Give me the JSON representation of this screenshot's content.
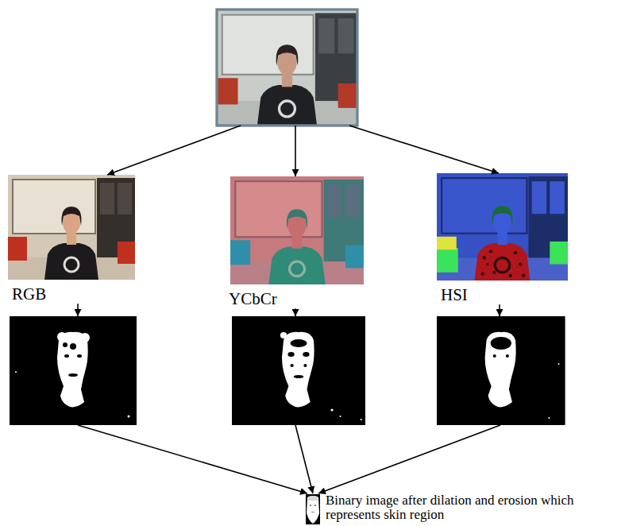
{
  "diagram": {
    "nodes": [
      {
        "text": []
      },
      {
        "text": [
          "RGB"
        ]
      },
      {
        "text": [
          "YCbCr"
        ]
      },
      {
        "text": [
          "HSI"
        ]
      },
      {
        "text": []
      },
      {
        "text": []
      },
      {
        "text": []
      },
      {
        "text": [
          "Binary image after dilation and erosion which represents skin region"
        ]
      }
    ],
    "edges": [
      {
        "from": 0,
        "to": 1,
        "arrow": "to"
      },
      {
        "from": 0,
        "to": 2,
        "arrow": "to"
      },
      {
        "from": 0,
        "to": 3,
        "arrow": "to"
      },
      {
        "from": 1,
        "to": 4,
        "arrow": "to"
      },
      {
        "from": 2,
        "to": 5,
        "arrow": "to"
      },
      {
        "from": 3,
        "to": 6,
        "arrow": "to"
      },
      {
        "from": 4,
        "to": 7,
        "arrow": "to"
      },
      {
        "from": 5,
        "to": 7,
        "arrow": "to"
      },
      {
        "from": 6,
        "to": 7,
        "arrow": "to"
      }
    ]
  }
}
